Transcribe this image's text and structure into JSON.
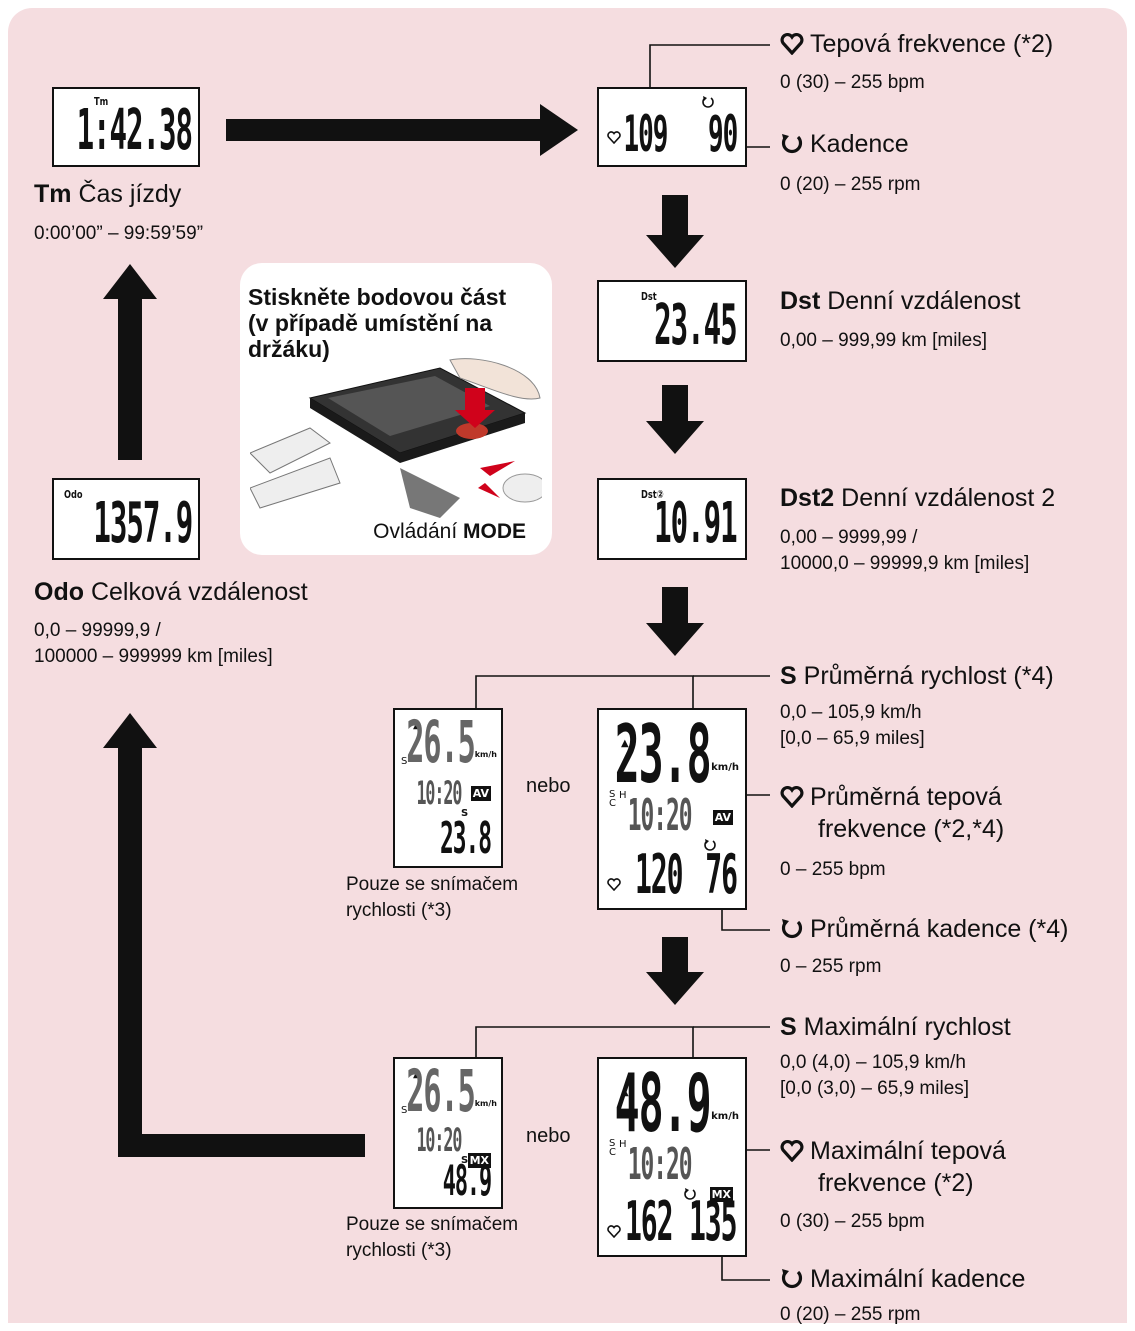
{
  "flow": {
    "tm": {
      "label_bold": "Tm",
      "label": " Čas jízdy",
      "range": "0:00’00” – 99:59’59”",
      "lcd_tag": "Tm",
      "lcd_value": "1:42.38"
    },
    "hr_cadence": {
      "hr_label": "Tepová frekvence (*2)",
      "hr_range": "0 (30) – 255 bpm",
      "cad_label": "Kadence",
      "cad_range": "0 (20) – 255 rpm",
      "lcd_hr": "109",
      "lcd_cad": "90"
    },
    "dst": {
      "label_bold": "Dst",
      "label": " Denní vzdálenost",
      "range": "0,00 – 999,99 km [miles]",
      "lcd_tag": "Dst",
      "lcd_value": "23.45"
    },
    "dst2": {
      "label_bold": "Dst2",
      "label": " Denní vzdálenost 2",
      "range_1": "0,00 – 9999,99 /",
      "range_2": "10000,0 – 99999,9 km [miles]",
      "lcd_tag": "Dst②",
      "lcd_value": "10.91"
    },
    "odo": {
      "label_bold": "Odo",
      "label": " Celková vzdálenost",
      "range_1": "0,0 – 99999,9 /",
      "range_2": "100000 – 999999 km [miles]",
      "lcd_tag": "Odo",
      "lcd_value": "1357.9"
    },
    "avg": {
      "speed_mark": "S",
      "speed_label": "Průměrná rychlost (*4)",
      "speed_range_1": "0,0 – 105,9 km/h",
      "speed_range_2": "[0,0 – 65,9 miles]",
      "hr_label_1": "Průměrná tepová",
      "hr_label_2": "frekvence (*2,*4)",
      "hr_range": "0 – 255 bpm",
      "cad_label": "Průměrná kadence (*4)",
      "cad_range": "0 – 255 rpm",
      "lcd_speed": "23.8",
      "lcd_clock": "10:20",
      "lcd_hr": "120",
      "lcd_cad": "76",
      "lcd_badge": "AV",
      "alt_speed": "26.5",
      "alt_clock": "10:20",
      "alt_value": "23.8",
      "alt_badge": "AV",
      "alt_s": "S"
    },
    "max": {
      "speed_mark": "S",
      "speed_label": "Maximální rychlost",
      "speed_range_1": "0,0 (4,0) – 105,9 km/h",
      "speed_range_2": "[0,0 (3,0) – 65,9 miles]",
      "hr_label_1": "Maximální tepová",
      "hr_label_2": "frekvence (*2)",
      "hr_range": "0 (30) – 255 bpm",
      "cad_label": "Maximální kadence",
      "cad_range": "0 (20) – 255 rpm",
      "lcd_speed": "48.9",
      "lcd_clock": "10:20",
      "lcd_hr": "162",
      "lcd_cad": "135",
      "lcd_badge": "MX",
      "alt_speed": "26.5",
      "alt_clock": "10:20",
      "alt_value": "48.9",
      "alt_badge": "MX",
      "alt_s": "S"
    },
    "nebo": "nebo",
    "only_speed_1": "Pouze se snímačem",
    "only_speed_2": "rychlosti (*3)",
    "units_kmh": "km/h"
  },
  "callout": {
    "title_1": "Stiskněte bodovou část",
    "title_2": "(v případě umístění na",
    "title_3": "držáku)",
    "caption": "Ovládání ",
    "caption_bold": "MODE"
  },
  "icons": {
    "heart": "heart-icon",
    "cadence": "cadence-icon",
    "arrow": "arrow-icon"
  }
}
